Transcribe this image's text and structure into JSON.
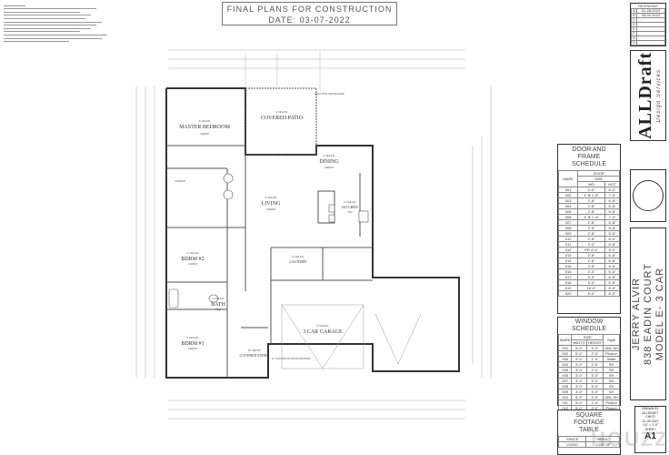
{
  "title_block": {
    "line1": "FINAL PLANS FOR CONSTRUCTION",
    "line2": "DATE: 03-07-2022"
  },
  "revisions": {
    "header": "REVISIONS",
    "rows": [
      [
        "A",
        "01-28-2022"
      ],
      [
        "B",
        "03-02-2022"
      ],
      [
        "C",
        ""
      ],
      [
        "D",
        ""
      ],
      [
        "E",
        ""
      ],
      [
        "F",
        ""
      ],
      [
        "G",
        ""
      ],
      [
        "H",
        ""
      ]
    ]
  },
  "logo": {
    "brand": "ALLDraft",
    "tagline": "Design Services"
  },
  "project": {
    "client": "JERRY ALVIR",
    "address": "838 EADIN COURT",
    "model": "MODEL E- 3 CAR"
  },
  "sheet": {
    "drawn_by_label": "DRAWN BY",
    "drawn_by": "ALLDRAFT",
    "checked_label": "CHK'D",
    "date": "01-28-2022",
    "scale": "1/4\" = 1'-0\"",
    "sheet_label": "SHEET",
    "sheet_number": "A1"
  },
  "door_schedule": {
    "title": "DOOR AND FRAME SCHEDULE",
    "group_header": "DOOR",
    "size_header": "SIZE",
    "columns": [
      "MARK",
      "WD",
      "HGT"
    ],
    "rows": [
      [
        "001",
        "2'-0\"",
        "8'-0\""
      ],
      [
        "002",
        "4' ⊕ 1'-8\"",
        "7'-0\""
      ],
      [
        "003",
        "2'-8\"",
        "6'-8\""
      ],
      [
        "004",
        "2'-8\"",
        "6'-8\""
      ],
      [
        "005",
        "2'-8\"",
        "6'-8\""
      ],
      [
        "006",
        "4' ⊕ 1'-8\"",
        "7'-0\""
      ],
      [
        "007",
        "2'-8\"",
        "6'-8\""
      ],
      [
        "008",
        "2'-8\"",
        "6'-8\""
      ],
      [
        "009",
        "2'-8\"",
        "6'-8\""
      ],
      [
        "010",
        "2'-8\"",
        "8'-0\""
      ],
      [
        "011",
        "3'-0\"",
        "6'-8\""
      ],
      [
        "012",
        "PR 3'-0\"",
        "8'-0\""
      ],
      [
        "013",
        "2'-8\"",
        "6'-8\""
      ],
      [
        "014",
        "2'-8\"",
        "6'-8\""
      ],
      [
        "015",
        "2'-8\"",
        "6'-8\""
      ],
      [
        "016",
        "2'-0\"",
        "6'-8\""
      ],
      [
        "017",
        "3'-0\"",
        "6'-8\""
      ],
      [
        "018",
        "3'-0\"",
        "6'-8\""
      ],
      [
        "019",
        "16'-0\"",
        "8'-0\""
      ],
      [
        "020",
        "8'-0\"",
        "8'-0\""
      ]
    ]
  },
  "window_schedule": {
    "title": "WINDOW SCHEDULE",
    "size_header": "SIZE",
    "columns": [
      "MARK",
      "WIDTH",
      "HEIGHT",
      "Style"
    ],
    "rows": [
      [
        "001",
        "6'-0\"",
        "5'-0\"",
        "DBL.SH"
      ],
      [
        "002",
        "5'-0\"",
        "2'-0\"",
        "Picture"
      ],
      [
        "003",
        "4'-0\"",
        "1'-0\"",
        "Slider"
      ],
      [
        "004",
        "3'-0\"",
        "2'-0\"",
        "SH"
      ],
      [
        "005",
        "3'-0\"",
        "2'-0\"",
        "SH"
      ],
      [
        "006",
        "3'-0\"",
        "5'-0\"",
        "SH"
      ],
      [
        "007",
        "3'-0\"",
        "5'-0\"",
        "SH"
      ],
      [
        "008",
        "3'-0\"",
        "5'-0\"",
        "SH"
      ],
      [
        "009",
        "3'-0\"",
        "5'-0\"",
        "SH"
      ],
      [
        "010",
        "6'-0\"",
        "5'-0\"",
        "DBL.SH"
      ],
      [
        "011",
        "5'-0\"",
        "2'-0\"",
        "Picture"
      ],
      [
        "012",
        "5'-0\"",
        "2'-0\"",
        "Picture"
      ]
    ]
  },
  "sqft_table": {
    "title": "SQUARE FOOTAGE TABLE",
    "columns": [
      "SPACE",
      "AREA"
    ],
    "rows": [
      [
        "LIVING",
        "1,652 SF"
      ]
    ]
  },
  "rooms": {
    "master": {
      "ceiling": "9' CEILING",
      "name": "MASTER BEDROOM",
      "floor": "CARPET"
    },
    "patio": {
      "ceiling": "9' CEILING",
      "name": "COVERED PATIO"
    },
    "dining": {
      "ceiling": "9' CEILING",
      "name": "DINING",
      "floor": "CARPET"
    },
    "living": {
      "ceiling": "9' CEILING",
      "name": "LIVING",
      "floor": "CARPET"
    },
    "kitchen": {
      "ceiling": "9' CEILING",
      "name": "KITCHEN",
      "floor": "TILE"
    },
    "shower": {
      "name": "SHOWER"
    },
    "bdrm2": {
      "ceiling": "9' CEILING",
      "name": "BDRM #2",
      "floor": "CARPET"
    },
    "bath": {
      "ceiling": "9' CEILING",
      "name": "BATH",
      "floor": "TILE"
    },
    "bdrm1": {
      "ceiling": "9' CEILING",
      "name": "BDRM #1",
      "floor": "CARPET"
    },
    "laundry": {
      "ceiling": "9' CEILING",
      "name": "LAUNDRY"
    },
    "garage": {
      "ceiling": "9' CEILING",
      "name": "3 CAR GARAGE"
    },
    "entry": {
      "ceiling": "10' CEILING",
      "name": "COVERED ENTRY"
    }
  },
  "annotations": {
    "post": "12X12 POST PER BUILDER",
    "column": "12\" COLUMNS AT ROOF PER BLDR"
  },
  "watermark": "HOUZZ"
}
